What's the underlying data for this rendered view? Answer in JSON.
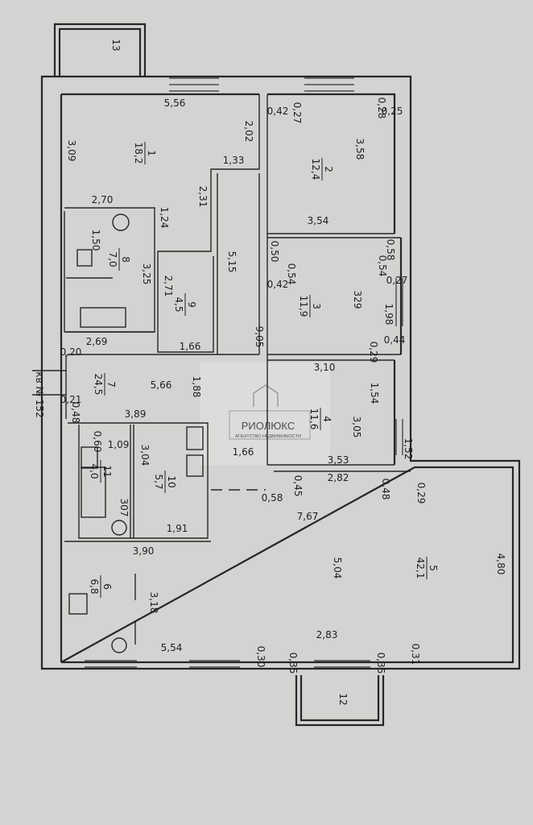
{
  "plan_label": "кв № 152",
  "watermark": {
    "brand": "РИОЛЮКС",
    "subtitle": "АГЕНТСТВО НЕДВИЖИМОСТИ"
  },
  "rooms": [
    {
      "number": "1",
      "area": "18,2"
    },
    {
      "number": "2",
      "area": "12,4"
    },
    {
      "number": "3",
      "area": "11,9"
    },
    {
      "number": "4",
      "area": "11,6"
    },
    {
      "number": "5",
      "area": "42,1"
    },
    {
      "number": "6",
      "area": "6,8"
    },
    {
      "number": "7",
      "area": "24,5"
    },
    {
      "number": "8",
      "area": "7,0"
    },
    {
      "number": "9",
      "area": "4,5"
    },
    {
      "number": "10",
      "area": "5,7"
    },
    {
      "number": "11",
      "area": "4,0"
    }
  ],
  "balconies": [
    "13",
    "12"
  ],
  "dims": [
    "5,56",
    "3,09",
    "2,02",
    "1,33",
    "2,31",
    "2,70",
    "1,24",
    "1,50",
    "3,25",
    "2,71",
    "5,15",
    "1,66",
    "2,69",
    "0,20",
    "0,21",
    "0,48",
    "5,66",
    "1,88",
    "3,89",
    "0,60",
    "1,09",
    "3,04",
    "307",
    "1,91",
    "3,90",
    "3,18",
    "5,54",
    "0,30",
    "0,35",
    "2,83",
    "0,35",
    "0,31",
    "4,80",
    "5,04",
    "7,67",
    "0,58",
    "0,45",
    "2,82",
    "0,48",
    "0,29",
    "3,53",
    "1,52",
    "3,05",
    "1,54",
    "3,10",
    "9,05",
    "0,44",
    "0,29",
    "1,98",
    "329",
    "0,27",
    "0,54",
    "0,58",
    "0,50",
    "0,54",
    "0,42",
    "3,54",
    "3,58",
    "0,42",
    "0,27",
    "0,28",
    "0,25",
    "1,66"
  ]
}
